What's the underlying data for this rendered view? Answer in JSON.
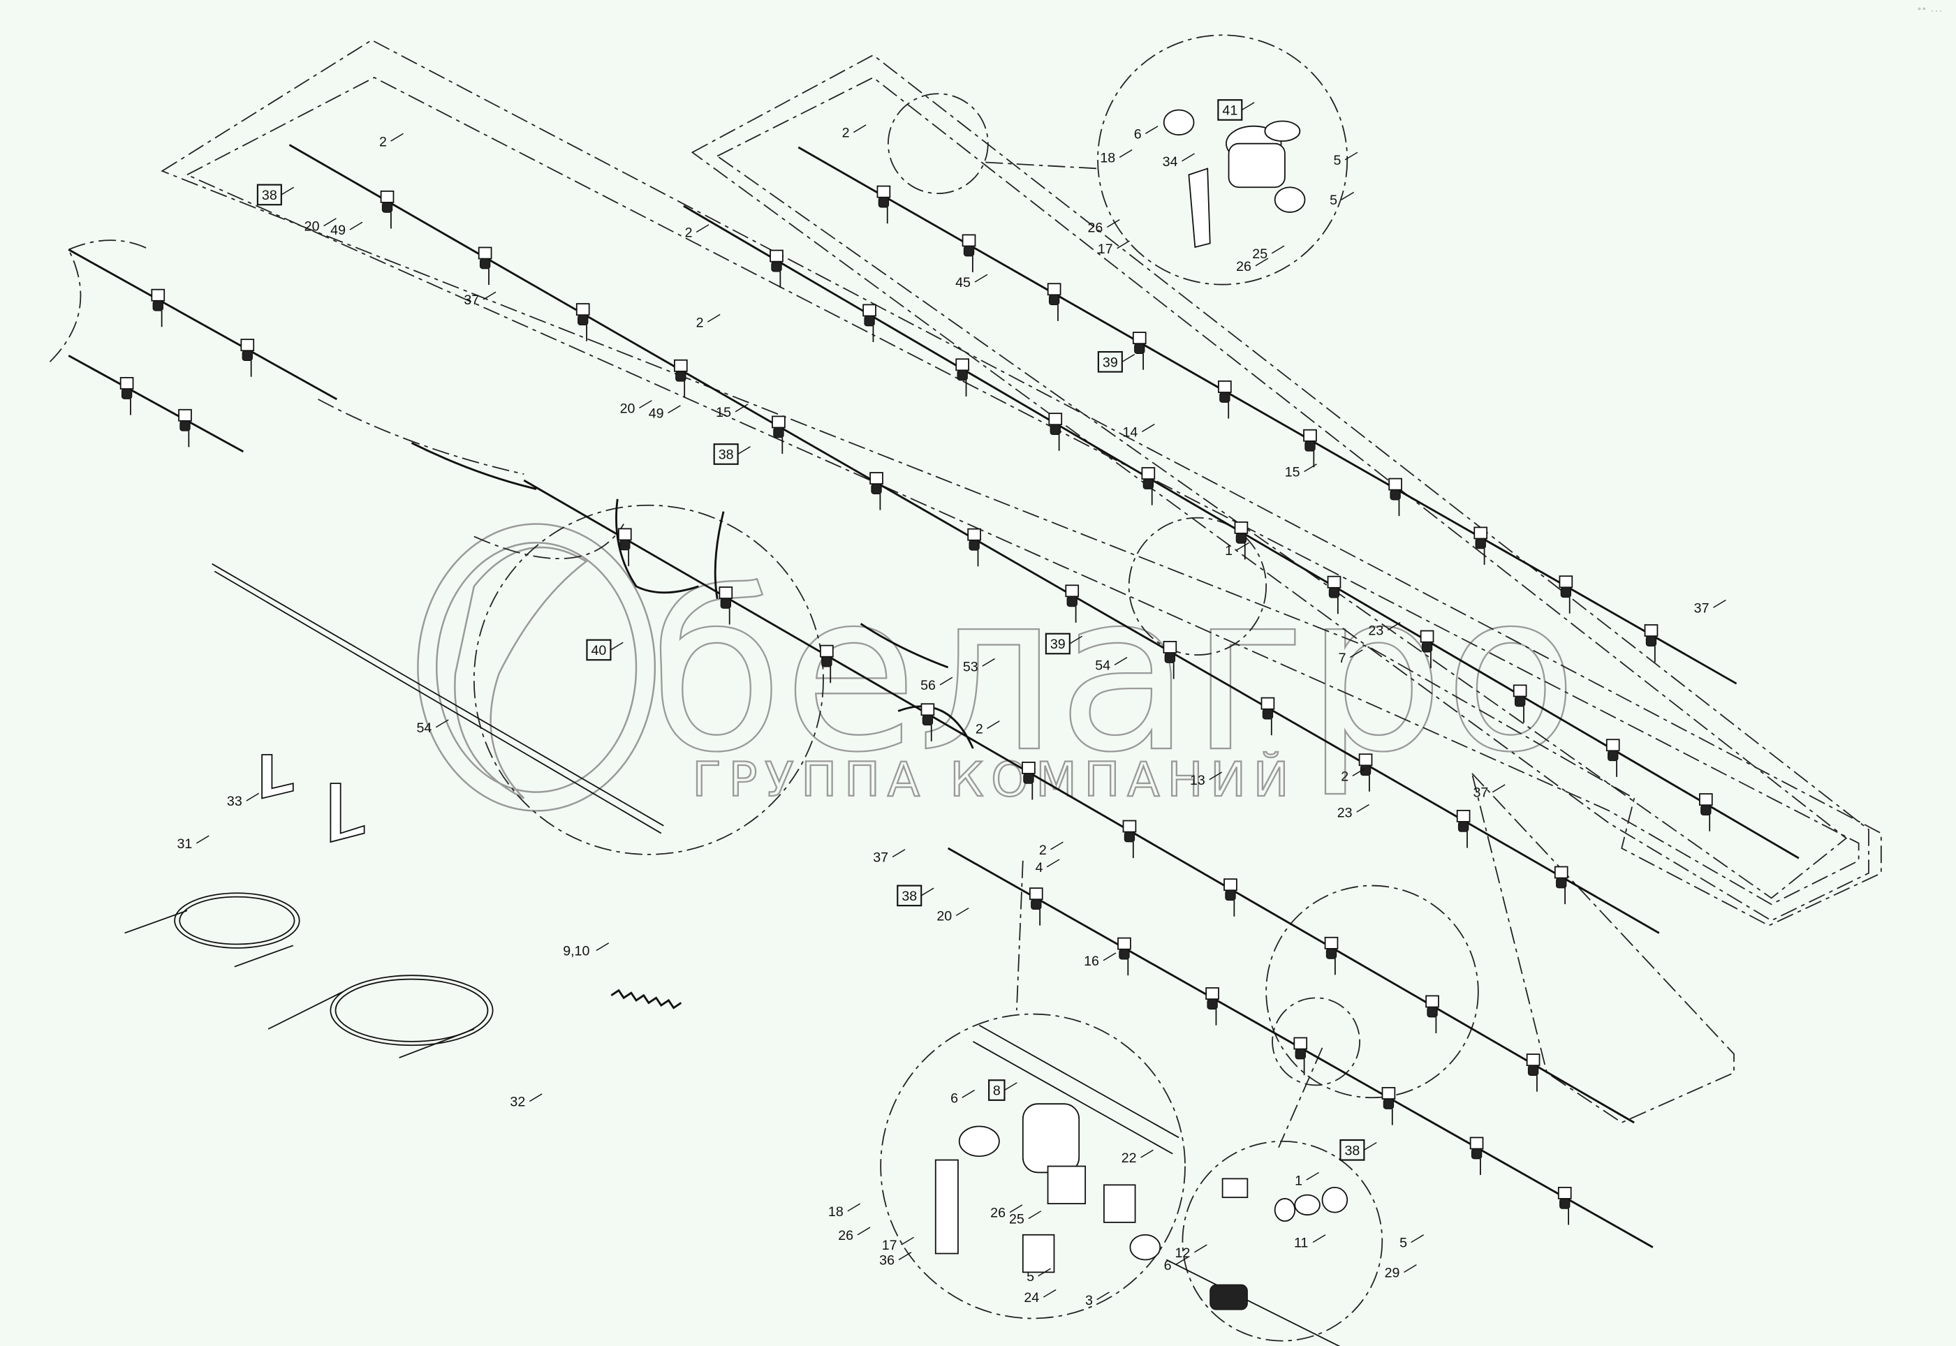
{
  "diagram": {
    "watermark": {
      "logo_text": "белагро",
      "subtitle": "ГРУППА КОМПАНИЙ"
    },
    "corner_mark": "°° ···",
    "callouts": [
      "2",
      "38",
      "20",
      "49",
      "2",
      "37",
      "2",
      "20",
      "49",
      "15",
      "38",
      "40",
      "54",
      "33",
      "31",
      "9,10",
      "32",
      "2",
      "45",
      "39",
      "14",
      "15",
      "37",
      "6",
      "41",
      "5",
      "18",
      "34",
      "5",
      "26",
      "17",
      "25",
      "26",
      "1",
      "39",
      "54",
      "53",
      "56",
      "23",
      "7",
      "2",
      "13",
      "2",
      "37",
      "23",
      "37",
      "2",
      "4",
      "38",
      "20",
      "16",
      "38",
      "6",
      "8",
      "22",
      "18",
      "26",
      "17",
      "26",
      "25",
      "36",
      "5",
      "3",
      "6",
      "24",
      "1",
      "11",
      "5",
      "12",
      "29"
    ],
    "colors": {
      "background": "#f3faf3",
      "line": "#111111",
      "watermark": "#9a9a9a"
    }
  }
}
